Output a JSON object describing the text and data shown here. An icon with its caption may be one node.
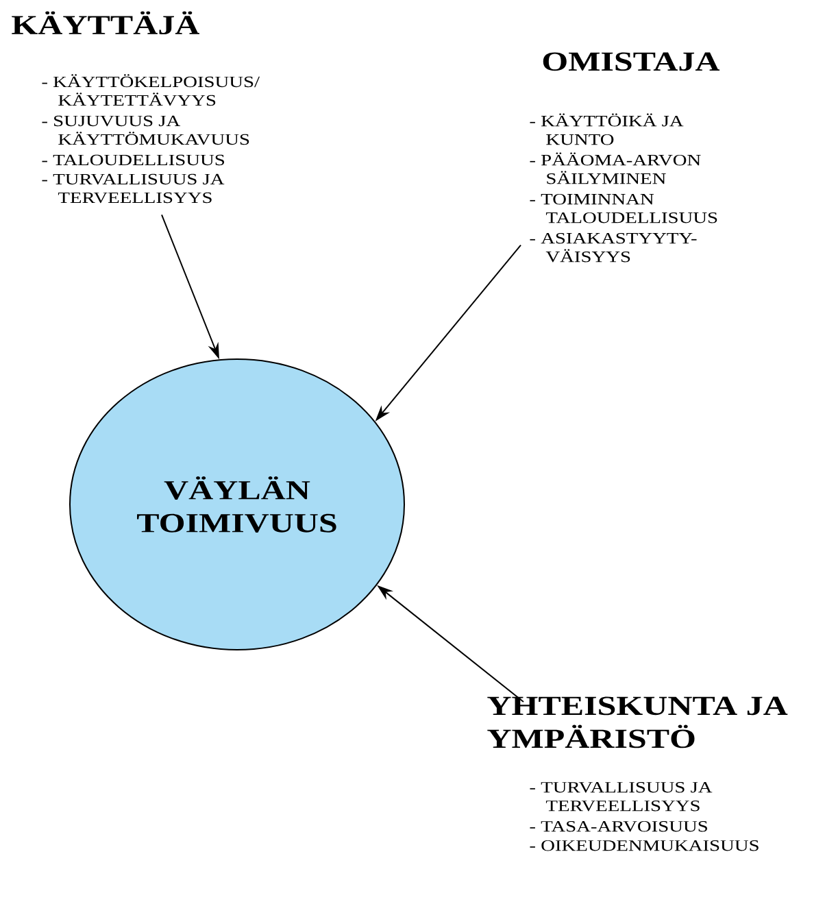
{
  "diagram": {
    "nodes": [
      {
        "text": [
          "KÄYTTÄJÄ",
          "- KÄYTTÖKELPOISUUS/ KÄYTETTÄVYYS",
          "- SUJUVUUS JA KÄYTTÖMUKAVUUS",
          "- TALOUDELLISUUS",
          "- TURVALLISUUS JA TERVEELLISYYS"
        ]
      },
      {
        "text": [
          "OMISTAJA",
          "- KÄYTTÖIKÄ JA KUNTO",
          "- PÄÄOMA-ARVON SÄILYMINEN",
          "- TOIMINNAN TALOUDELLISUUS",
          "- ASIAKASTYYTY-VÄISYYS"
        ]
      },
      {
        "text": [
          "VÄYLÄN TOIMIVUUS"
        ]
      },
      {
        "text": [
          "YHTEISKUNTA JA YMPÄRISTÖ",
          "- TURVALLISUUS JA TERVEELLISYYS",
          "- TASA-ARVOISUUS",
          "- OIKEUDENMUKAISUUS"
        ]
      }
    ],
    "edges": [
      {
        "from": 0,
        "to": 2,
        "arrow": "to"
      },
      {
        "from": 1,
        "to": 2,
        "arrow": "to"
      },
      {
        "from": 3,
        "to": 2,
        "arrow": "to"
      }
    ]
  }
}
